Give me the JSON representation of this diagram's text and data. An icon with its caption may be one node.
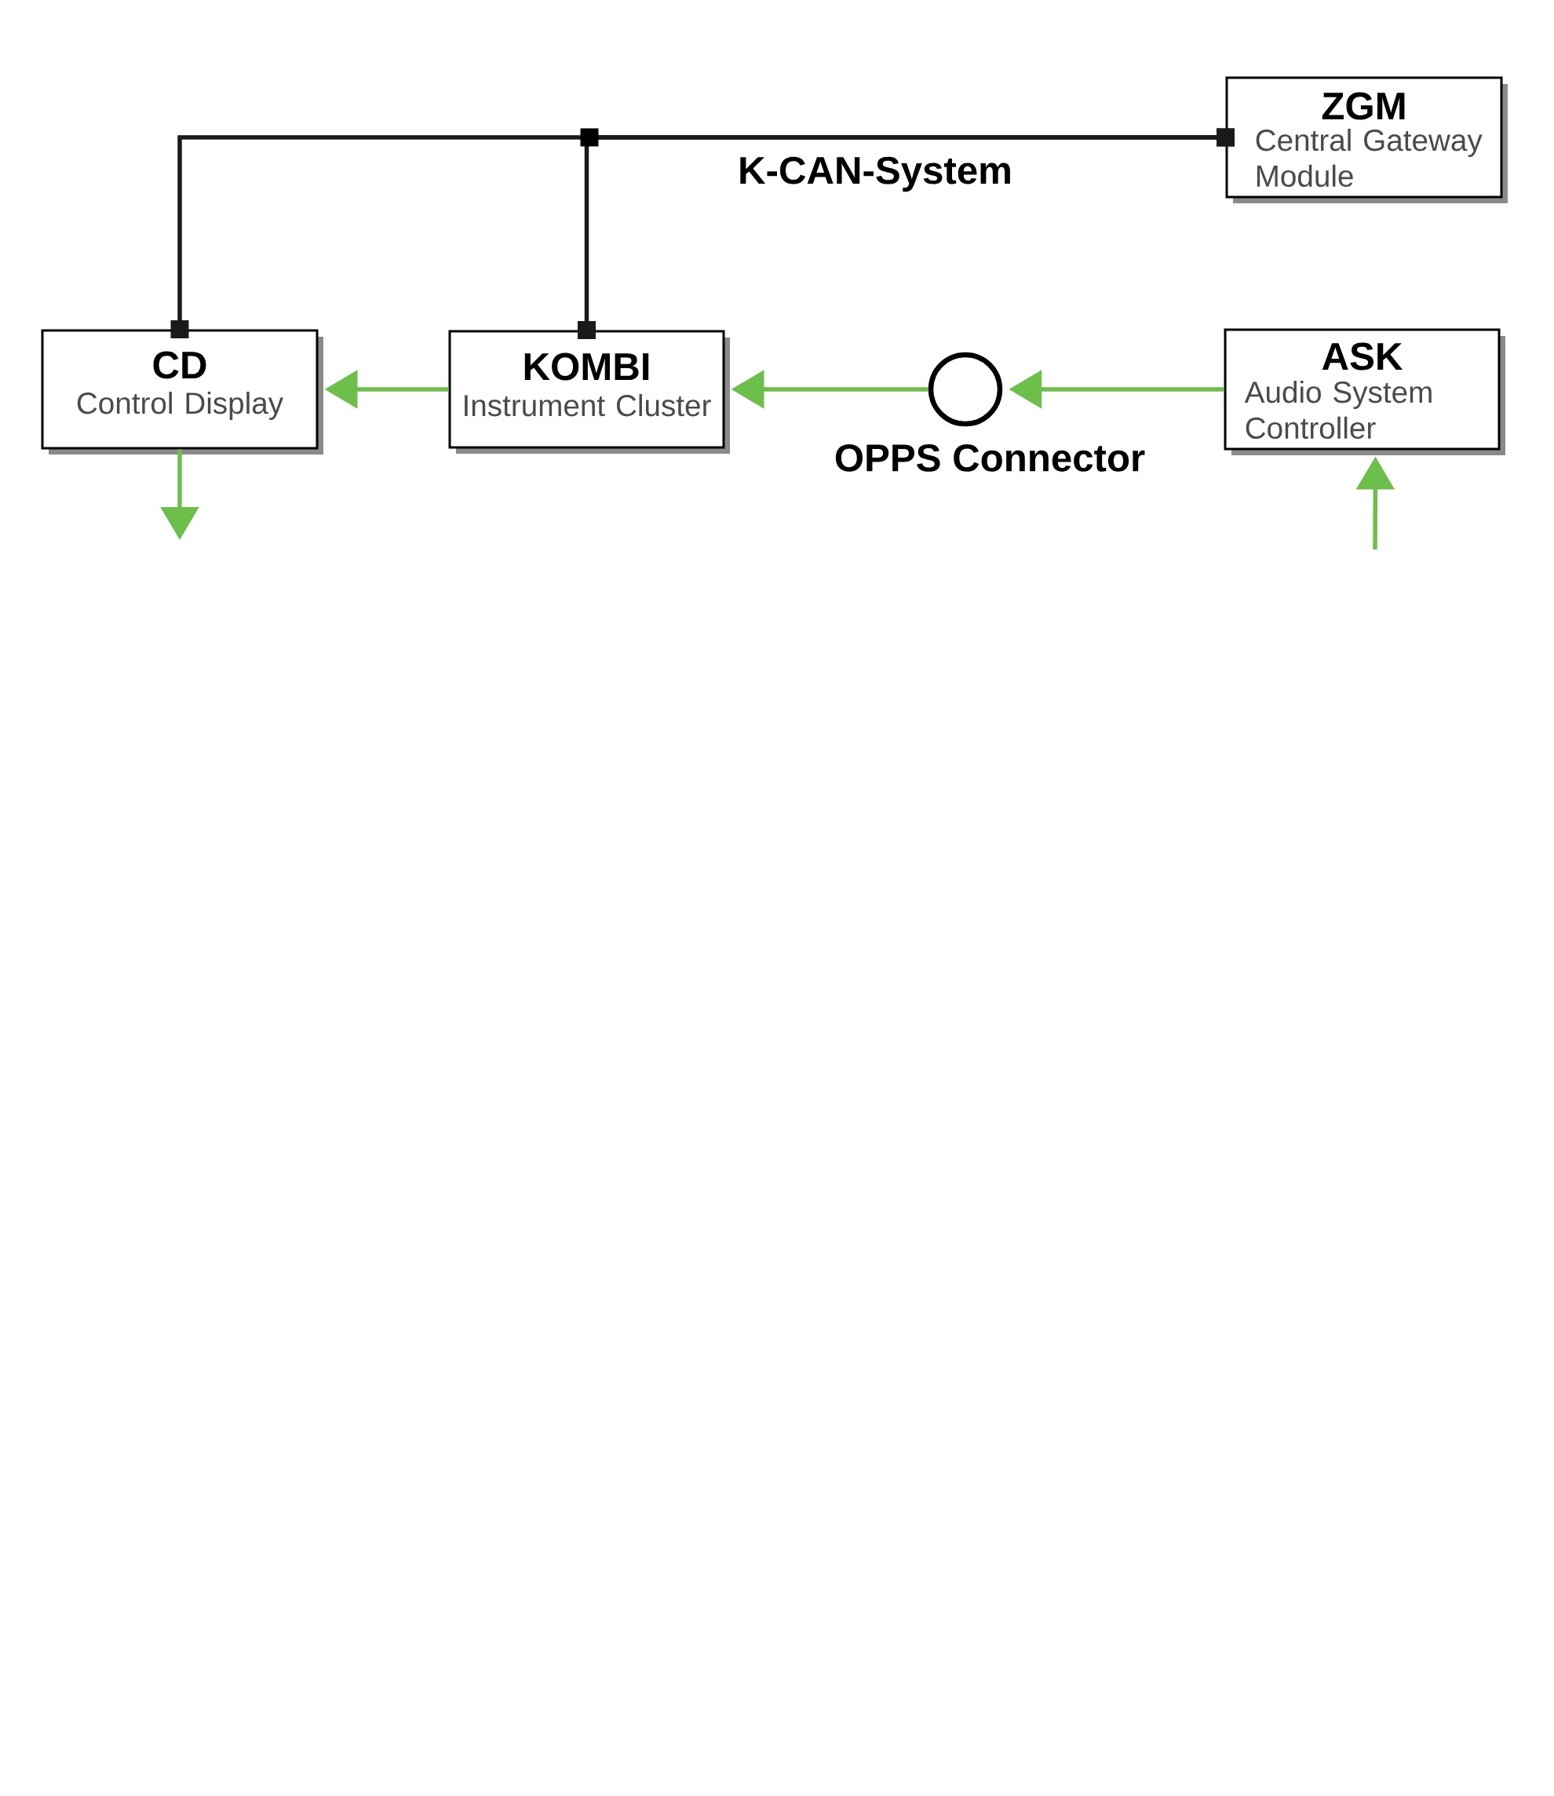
{
  "diagram": {
    "nodes": [
      {
        "text": [
          "ZGM",
          "Central Gateway Module"
        ]
      },
      {
        "text": [
          "CD",
          "Control Display"
        ]
      },
      {
        "text": [
          "KOMBI",
          "Instrument Cluster"
        ]
      },
      {
        "text": [],
        "shape": "circle",
        "beside": [
          "OPPS Connector"
        ]
      },
      {
        "text": [
          "ASK",
          "Audio System Controller"
        ]
      }
    ],
    "edges": [
      {
        "from": 0,
        "to": 1,
        "arrow": "other",
        "label": "K-CAN-System",
        "color": "#1a1a1a"
      },
      {
        "from": 0,
        "to": 2,
        "arrow": "other",
        "color": "#1a1a1a"
      },
      {
        "from": 2,
        "to": 1,
        "arrow": "to"
      },
      {
        "from": 3,
        "to": 2,
        "arrow": "to"
      },
      {
        "from": 4,
        "to": 3,
        "arrow": "to"
      },
      {
        "from": 1,
        "to": null,
        "arrow": "to"
      },
      {
        "from": null,
        "to": 4,
        "arrow": "to"
      }
    ]
  }
}
